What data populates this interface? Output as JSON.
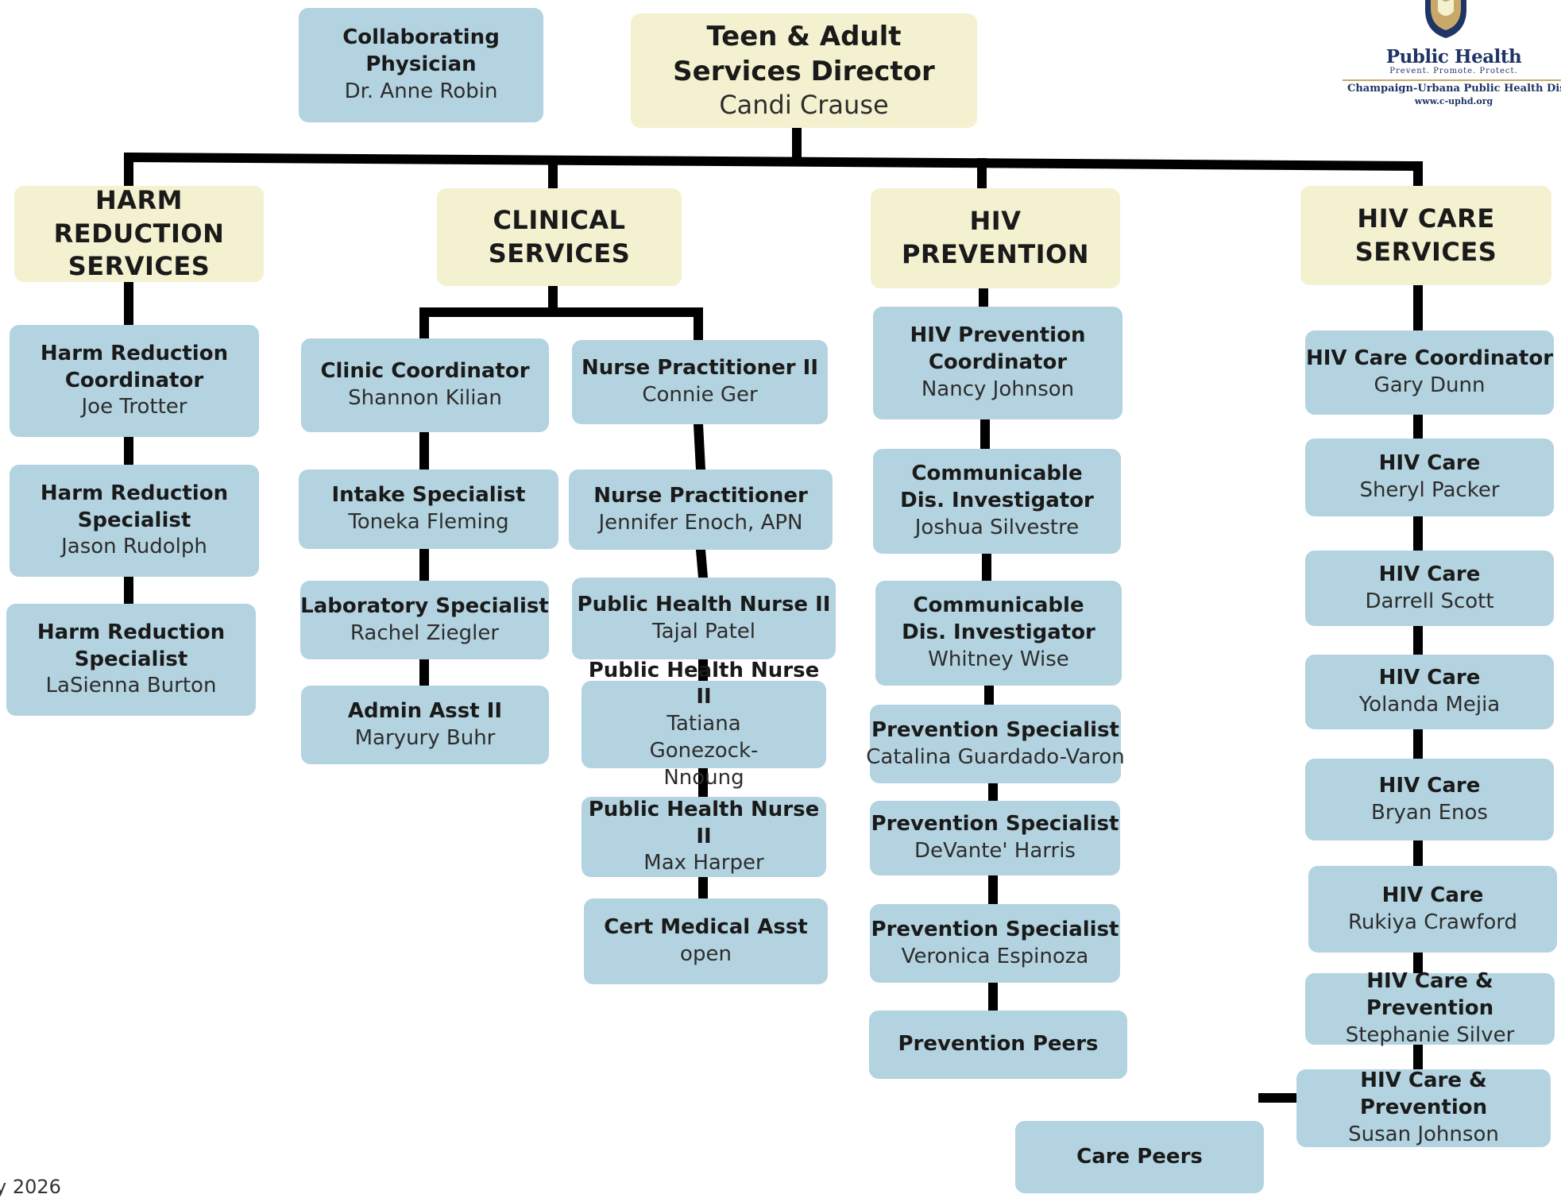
{
  "logo": {
    "title": "Public Health",
    "tagline": "Prevent. Promote. Protect.",
    "district": "Champaign-Urbana Public Health District",
    "url": "www.c-uphd.org"
  },
  "footer": {
    "date": "y 2026"
  },
  "top": {
    "physician": {
      "title": "Collaborating Physician",
      "name": "Dr. Anne Robin"
    },
    "director": {
      "title": "Teen & Adult Services Director",
      "name": "Candi Crause"
    }
  },
  "departments": {
    "harm": "HARM REDUCTION SERVICES",
    "clinical": "CLINICAL SERVICES",
    "prevention": "HIV PREVENTION",
    "care": "HIV CARE SERVICES"
  },
  "harm": [
    {
      "title": "Harm Reduction Coordinator",
      "name": "Joe Trotter"
    },
    {
      "title": "Harm Reduction Specialist",
      "name": "Jason Rudolph"
    },
    {
      "title": "Harm Reduction Specialist",
      "name": "LaSienna Burton"
    }
  ],
  "clinic": [
    {
      "title": "Clinic Coordinator",
      "name": "Shannon Kilian"
    },
    {
      "title": "Intake Specialist",
      "name": "Toneka Fleming"
    },
    {
      "title": "Laboratory Specialist",
      "name": "Rachel Ziegler"
    },
    {
      "title": "Admin Asst II",
      "name": "Maryury Buhr"
    }
  ],
  "nursing": [
    {
      "title": "Nurse Practitioner II",
      "name": "Connie Ger"
    },
    {
      "title": "Nurse Practitioner",
      "name": "Jennifer Enoch, APN"
    },
    {
      "title": "Public Health Nurse II",
      "name": "Tajal Patel"
    },
    {
      "title": "Public Health Nurse II",
      "name": "Tatiana Gonezock-Nnoung"
    },
    {
      "title": "Public Health Nurse II",
      "name": "Max Harper"
    },
    {
      "title": "Cert Medical Asst",
      "name": "open"
    }
  ],
  "prevention": [
    {
      "title": "HIV Prevention Coordinator",
      "name": "Nancy Johnson"
    },
    {
      "title": "Communicable Dis. Investigator",
      "name": "Joshua Silvestre"
    },
    {
      "title": "Communicable Dis. Investigator",
      "name": "Whitney Wise"
    },
    {
      "title": "Prevention Specialist",
      "name": "Catalina Guardado-Varon"
    },
    {
      "title": "Prevention Specialist",
      "name": "DeVante' Harris"
    },
    {
      "title": "Prevention Specialist",
      "name": "Veronica Espinoza"
    },
    {
      "title": "Prevention Peers",
      "name": ""
    }
  ],
  "care": [
    {
      "title": "HIV Care Coordinator",
      "name": "Gary Dunn"
    },
    {
      "title": "HIV Care",
      "name": "Sheryl Packer"
    },
    {
      "title": "HIV Care",
      "name": "Darrell Scott"
    },
    {
      "title": "HIV Care",
      "name": "Yolanda Mejia"
    },
    {
      "title": "HIV Care",
      "name": "Bryan Enos"
    },
    {
      "title": "HIV Care",
      "name": "Rukiya Crawford"
    },
    {
      "title": "HIV Care & Prevention",
      "name": "Stephanie Silver"
    },
    {
      "title": "HIV Care & Prevention",
      "name": "Susan Johnson"
    },
    {
      "title": "Care Peers",
      "name": ""
    }
  ]
}
